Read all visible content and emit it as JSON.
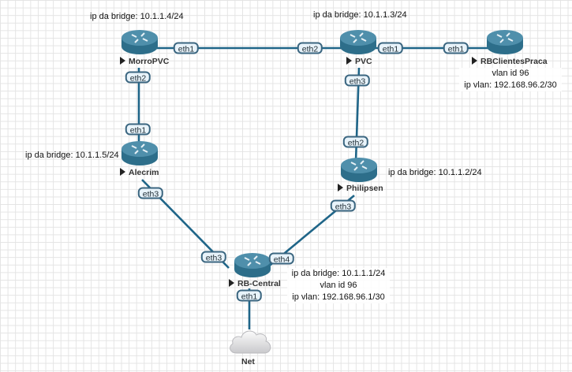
{
  "colors": {
    "link": "#1f6588",
    "router_body": "#2d6e8a",
    "router_top": "#4f8fab"
  },
  "devices": {
    "morropvc": {
      "name": "MorroPVC",
      "note": [
        "ip da bridge: 10.1.1.4/24"
      ],
      "icon": "router-icon"
    },
    "pvc": {
      "name": "PVC",
      "note": [
        "ip da bridge: 10.1.1.3/24"
      ],
      "icon": "router-icon"
    },
    "rbclientes": {
      "name": "RBClientesPraca",
      "note": [
        "vlan id 96",
        "ip vlan: 192.168.96.2/30"
      ],
      "icon": "router-icon"
    },
    "alecrim": {
      "name": "Alecrim",
      "note": [
        "ip da bridge: 10.1.1.5/24"
      ],
      "icon": "router-icon"
    },
    "philipsen": {
      "name": "Philipsen",
      "note": [
        "ip da bridge: 10.1.1.2/24"
      ],
      "icon": "router-icon"
    },
    "central": {
      "name": "RB-Central",
      "note": [
        "ip da bridge: 10.1.1.1/24",
        "vlan id 96",
        "ip vlan: 192.168.96.1/30"
      ],
      "icon": "router-icon"
    },
    "net": {
      "name": "Net",
      "icon": "cloud-icon"
    }
  },
  "links": [
    {
      "from": "MorroPVC",
      "from_port": "eth1",
      "to": "PVC",
      "to_port": "eth2"
    },
    {
      "from": "PVC",
      "from_port": "eth1",
      "to": "RBClientesPraca",
      "to_port": "eth1"
    },
    {
      "from": "MorroPVC",
      "from_port": "eth2",
      "to": "Alecrim",
      "to_port": "eth1"
    },
    {
      "from": "PVC",
      "from_port": "eth3",
      "to": "Philipsen",
      "to_port": "eth2"
    },
    {
      "from": "Alecrim",
      "from_port": "eth3",
      "to": "RB-Central",
      "to_port": "eth3"
    },
    {
      "from": "Philipsen",
      "from_port": "eth3",
      "to": "RB-Central",
      "to_port": "eth4"
    },
    {
      "from": "RB-Central",
      "from_port": "eth1",
      "to": "Net",
      "to_port": ""
    }
  ]
}
